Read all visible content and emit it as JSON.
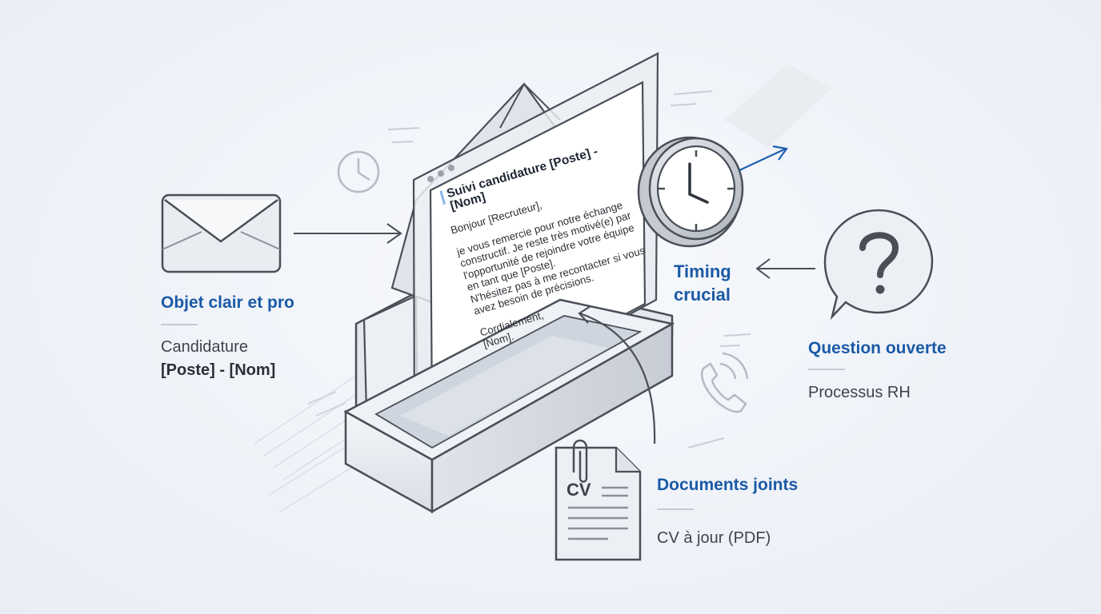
{
  "sections": {
    "subject": {
      "title": "Objet clair et pro",
      "line1": "Candidature",
      "line2": "[Poste] - [Nom]"
    },
    "timing": {
      "title_line1": "Timing",
      "title_line2": "crucial"
    },
    "question": {
      "title": "Question ouverte",
      "desc": "Processus RH"
    },
    "documents": {
      "title": "Documents joints",
      "desc": "CV à jour (PDF)"
    }
  },
  "letter": {
    "subject": "Suivi candidature [Poste] - [Nom]",
    "greeting": "Bonjour [Recruteur],",
    "paragraph1_line1": "je vous remercie pour notre échange",
    "paragraph1_line2": "constructif. Je reste très motivé(e) par",
    "paragraph1_line3": "l'opportunité de rejoindre votre équipe",
    "paragraph1_line4": "en tant que [Poste].",
    "paragraph2_line1": "N'hésitez pas à me recontacter si vous",
    "paragraph2_line2": "avez besoin de précisions.",
    "closing": "Cordialement,",
    "signature": "[Nom]."
  },
  "cv_label": "CV",
  "icons": [
    "envelope-icon",
    "clock-icon",
    "question-bubble-icon",
    "phone-icon",
    "cv-document-icon",
    "small-clock-icon"
  ],
  "colors": {
    "accent": "#1b5aa6",
    "line": "#4a4f57",
    "arrow_blue": "#1e5fb0"
  }
}
